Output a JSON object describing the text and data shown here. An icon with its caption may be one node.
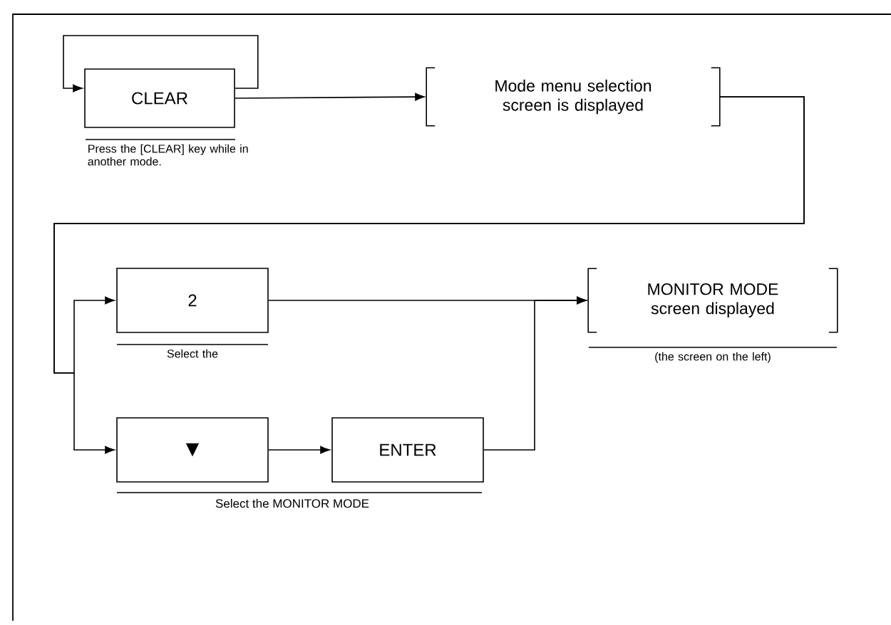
{
  "diagram": {
    "nodes": [
      {
        "text": [
          "CLEAR"
        ],
        "beside": [
          "Press the [CLEAR] key while in another mode."
        ]
      },
      {
        "text": [
          "Mode menu selection screen is displayed"
        ]
      },
      {
        "text": [
          "2"
        ],
        "beside": [
          "Select the"
        ]
      },
      {
        "text": [
          "▼"
        ]
      },
      {
        "text": [
          "ENTER"
        ]
      },
      {
        "text": [
          "MONITOR MODE screen displayed"
        ],
        "beside": [
          "(the screen on the left)"
        ]
      }
    ],
    "edges": [
      {
        "from": 0,
        "to": 0,
        "arrow": "to"
      },
      {
        "from": 0,
        "to": 1,
        "arrow": "to"
      },
      {
        "from": 1,
        "to": 2,
        "arrow": "to"
      },
      {
        "from": 1,
        "to": 3,
        "arrow": "to"
      },
      {
        "from": 3,
        "to": 4,
        "arrow": "to"
      },
      {
        "from": 2,
        "to": 5,
        "arrow": "to"
      },
      {
        "from": 4,
        "to": 5,
        "arrow": "to"
      }
    ],
    "labels": [
      "Select the MONITOR MODE"
    ]
  }
}
